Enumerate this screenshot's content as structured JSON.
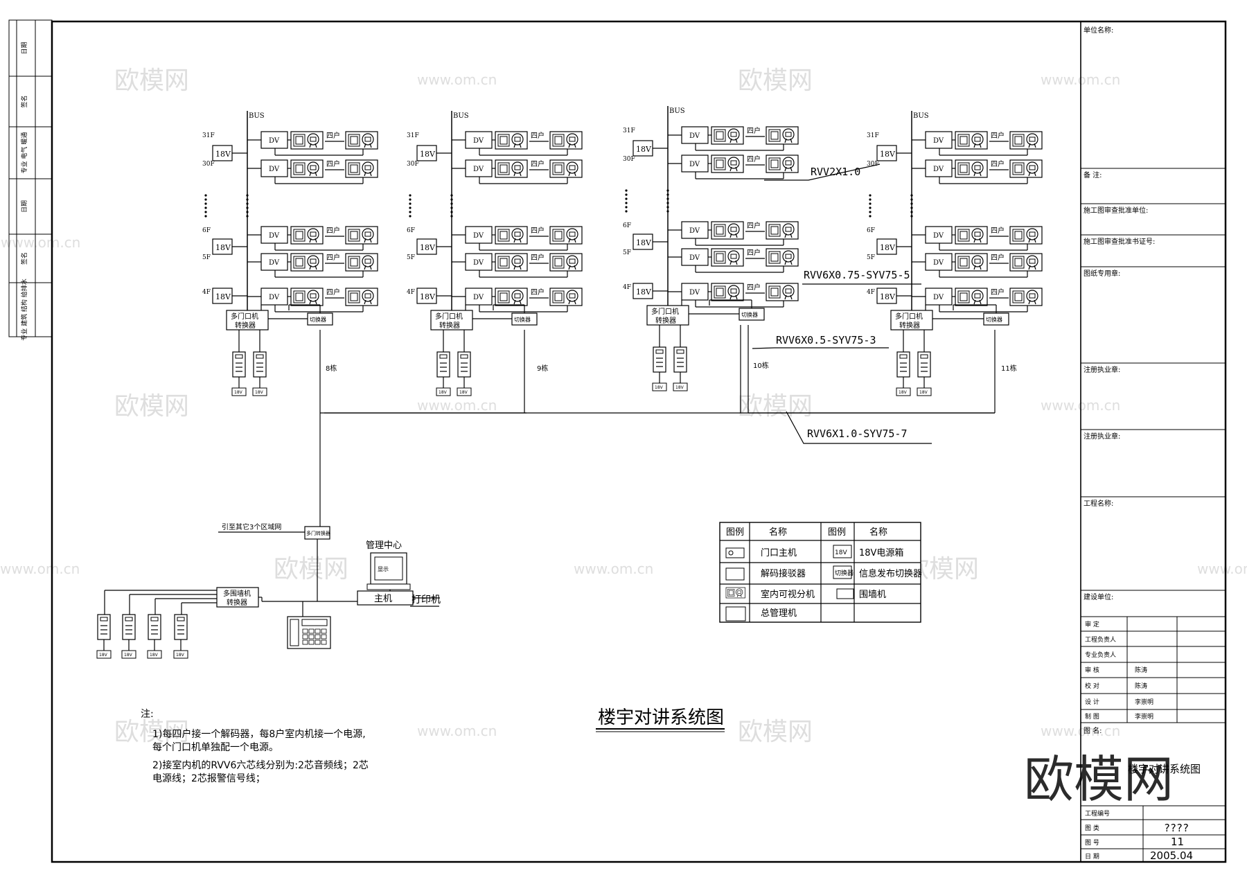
{
  "title": "楼宇对讲系统图",
  "buildings": [
    {
      "name": "8栋",
      "floors": [
        "31F",
        "30F",
        "6F",
        "5F",
        "4F"
      ]
    },
    {
      "name": "9栋",
      "floors": [
        "31F",
        "30F",
        "6F",
        "5F",
        "4F"
      ]
    },
    {
      "name": "10栋",
      "floors": [
        "31F",
        "30F",
        "6F",
        "5F",
        "4F"
      ]
    },
    {
      "name": "11栋",
      "floors": [
        "31F",
        "30F",
        "6F",
        "5F",
        "4F"
      ]
    }
  ],
  "labels": {
    "bus": "BUS",
    "dv": "DV",
    "power": "18V",
    "four_households": "四户",
    "multi_door_converter_1": "多门口机",
    "multi_door_converter_2": "转换器",
    "switcher": "切换器",
    "door_power": "18V",
    "link_other": "引至其它3个区域网",
    "link_box": "多门转换器",
    "management_center": "管理中心",
    "host": "主机",
    "printer": "打印机",
    "perimeter_converter_1": "多围墙机",
    "perimeter_converter_2": "转换器",
    "monitor_screen": "显示"
  },
  "cables": {
    "c1": "RVV2X1.0",
    "c2": "RVV6X0.75-SYV75-5",
    "c3": "RVV6X0.5-SYV75-3",
    "c4": "RVV6X1.0-SYV75-7"
  },
  "legend": {
    "headers": [
      "图例",
      "名称",
      "图例",
      "名称"
    ],
    "rows": [
      {
        "name1": "门口主机",
        "sym2": "18V",
        "name2": "18V电源箱"
      },
      {
        "name1": "解码接驳器",
        "sym2": "切换器",
        "name2": "信息发布切换器"
      },
      {
        "name1": "室内可视分机",
        "sym2": "",
        "name2": "围墙机"
      },
      {
        "name1": "总管理机",
        "sym2": "",
        "name2": ""
      }
    ]
  },
  "notes": {
    "heading": "注:",
    "lines": [
      "1)每四户接一个解码器，每8户室内机接一个电源,",
      "每个门口机单独配一个电源。",
      "2)接室内机的RVV6六芯线分别为:2芯音频线；2芯",
      "电源线；2芯报警信号线；"
    ]
  },
  "titleblock": {
    "unit_name": "单位名称:",
    "remarks": "备  注:",
    "review_unit": "施工图审查批准单位:",
    "review_cert": "施工图审查批准书证号:",
    "stamp": "图纸专用章:",
    "reg_stamp1": "注册执业章:",
    "reg_stamp2": "注册执业章:",
    "project_name": "工程名称:",
    "client": "建设单位:",
    "sign_rows": [
      {
        "role": "审  定",
        "name": ""
      },
      {
        "role": "工程负责人",
        "name": ""
      },
      {
        "role": "专业负责人",
        "name": ""
      },
      {
        "role": "审  核",
        "name": "陈涛"
      },
      {
        "role": "校  对",
        "name": "陈涛"
      },
      {
        "role": "设  计",
        "name": "李崇明"
      },
      {
        "role": "制  图",
        "name": "李崇明"
      }
    ],
    "drawing_name_label": "图  名:",
    "drawing_name": "楼宇对讲系统图",
    "project_no_label": "工程编号",
    "drawing_category_label": "图  类",
    "drawing_category": "????",
    "drawing_no_label": "图  号",
    "drawing_no": "11",
    "date_label": "日  期",
    "date": "2005.04"
  },
  "left_margin_cells": [
    "日期",
    "签名",
    "专业 电气 暖通",
    "日期",
    "签名",
    "专业 建筑 结构 给排水"
  ],
  "watermarks": {
    "logo": "欧模网",
    "url": "www.om.cn",
    "big": "欧模网"
  }
}
